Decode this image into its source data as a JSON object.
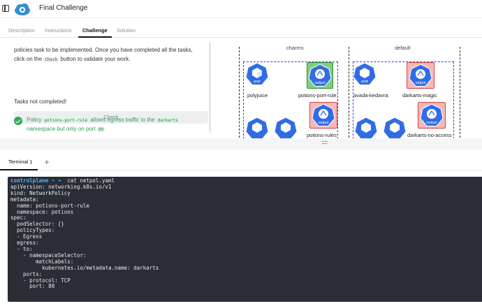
{
  "app": {
    "title": "Final Challenge"
  },
  "tabs": [
    {
      "label": "Description"
    },
    {
      "label": "Instructions"
    },
    {
      "label": "Challenge"
    },
    {
      "label": "Solution"
    }
  ],
  "task_panel": {
    "intro_line1": "policies task to be implemented. Once you have completed all the tasks,",
    "intro_line2_before": "click on the ",
    "intro_line2_chip": "Check",
    "intro_line2_after": " button to validate your work.",
    "check_button": "Check",
    "status": "Tasks not completed!",
    "task": {
      "text1": "Policy ",
      "chip1": "potions-port-rule",
      "text2": " allows egress traffic to the ",
      "chip2": "darkarts",
      "text3": "namespace but only on port ",
      "chip3": "80"
    }
  },
  "diagram": {
    "namespaces": [
      {
        "name": "charms"
      },
      {
        "name": "default"
      }
    ],
    "pod_icon_text": "pod",
    "netpol_icon_text": "netpol",
    "labels": {
      "polyjuice": "polyjuice",
      "potions_port_rule": "potions-port-rule",
      "potions_rules": "potions-rules",
      "avada_kedavra": "avada-kedavra",
      "darkarts_magic": "darkarts-magic",
      "darkarts_no_access": "darkarts-no-access"
    }
  },
  "terminal": {
    "tab_label": "Terminal 1",
    "add_tab": "+",
    "prompt": "controlplane ~ ➜",
    "command": "  cat netpol.yaml",
    "output": [
      "apiVersion: networking.k8s.io/v1",
      "kind: NetworkPolicy",
      "metadata:",
      "  name: potions-port-rule",
      "  namespace: potions",
      "spec:",
      "  podSelector: {}",
      "  policyTypes:",
      "  - Egress",
      "  egress:",
      "  - to:",
      "    - namespaceSelector:",
      "        matchLabels:",
      "          kubernetes.io/metadata.name: darkarts",
      "    ports:",
      "    - protocol: TCP",
      "      port: 80"
    ]
  },
  "colors": {
    "accent_green": "#34a853",
    "k8s_blue": "#326ce5",
    "netpol_allow": "#7ed07e",
    "netpol_deny": "#f6b8b8",
    "terminal_bg": "#2a2d35",
    "prompt_blue": "#4fb5ff"
  }
}
